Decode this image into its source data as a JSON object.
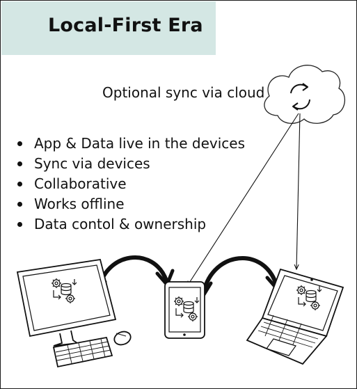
{
  "title": "Local-First Era",
  "cloud": {
    "label": "Optional sync via cloud",
    "icon": "sync-icon"
  },
  "features": [
    "App & Data live in the devices",
    "Sync via devices",
    "Collaborative",
    "Works offline",
    "Data contol & ownership"
  ],
  "devices": [
    "desktop-computer",
    "tablet",
    "laptop"
  ],
  "colors": {
    "title_band": "#d4e7e4",
    "ink": "#111111",
    "background": "#ffffff"
  }
}
